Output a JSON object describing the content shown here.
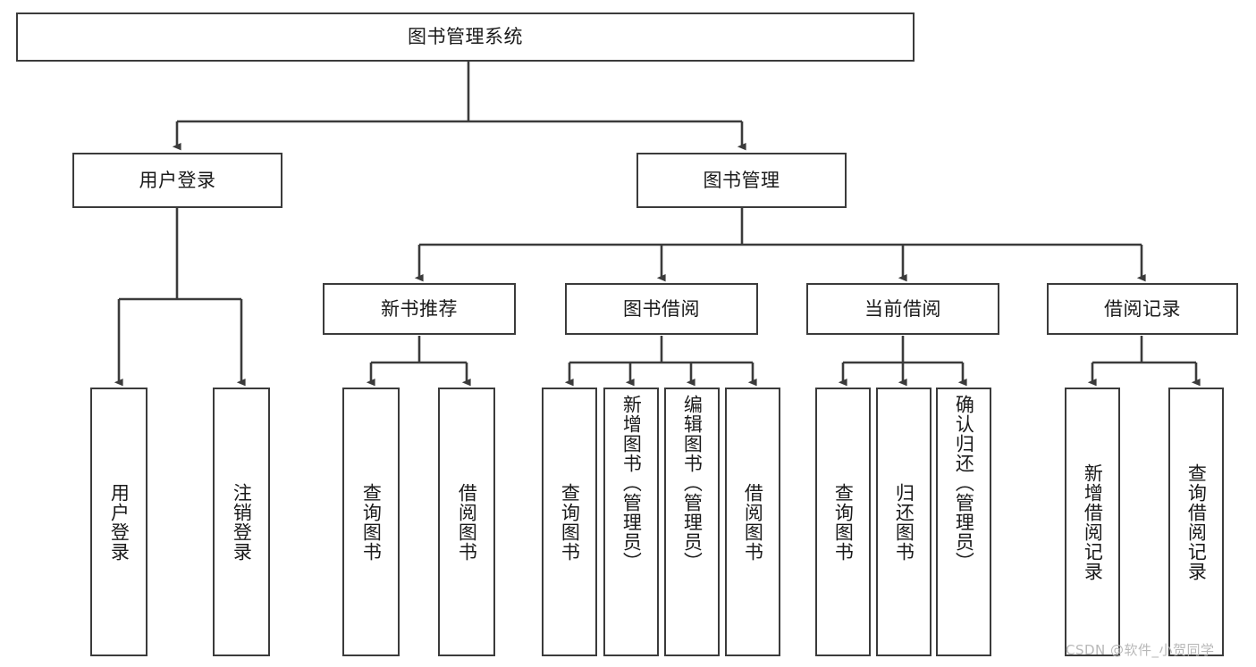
{
  "diagram": {
    "type": "hierarchy-tree",
    "title": "图书管理系统",
    "root": {
      "id": "root",
      "label": "图书管理系统"
    },
    "level2": [
      {
        "id": "user-login",
        "label": "用户登录"
      },
      {
        "id": "book-management",
        "label": "图书管理"
      }
    ],
    "level3": [
      {
        "id": "new-book-recommend",
        "label": "新书推荐"
      },
      {
        "id": "book-borrow",
        "label": "图书借阅"
      },
      {
        "id": "current-borrow",
        "label": "当前借阅"
      },
      {
        "id": "borrow-record",
        "label": "借阅记录"
      }
    ],
    "leaves": {
      "user_login": [
        {
          "id": "leaf-user-login",
          "label": "用户登录"
        },
        {
          "id": "leaf-logout",
          "label": "注销登录"
        }
      ],
      "new_book_recommend": [
        {
          "id": "leaf-query-book-1",
          "label": "查询图书"
        },
        {
          "id": "leaf-borrow-book-1",
          "label": "借阅图书"
        }
      ],
      "book_borrow": [
        {
          "id": "leaf-query-book-2",
          "label": "查询图书"
        },
        {
          "id": "leaf-add-book",
          "label": "新增图书（管理员）"
        },
        {
          "id": "leaf-edit-book",
          "label": "编辑图书（管理员）"
        },
        {
          "id": "leaf-borrow-book-2",
          "label": "借阅图书"
        }
      ],
      "current_borrow": [
        {
          "id": "leaf-query-book-3",
          "label": "查询图书"
        },
        {
          "id": "leaf-return-book",
          "label": "归还图书"
        },
        {
          "id": "leaf-confirm-return",
          "label": "确认归还（管理员）"
        }
      ],
      "borrow_record": [
        {
          "id": "leaf-add-record",
          "label": "新增借阅记录"
        },
        {
          "id": "leaf-query-record",
          "label": "查询借阅记录"
        }
      ]
    }
  },
  "watermark": {
    "text": "CSDN @软件_小贺同学"
  },
  "colors": {
    "stroke": "#3b3b3b",
    "fill": "#ffffff",
    "text": "#1a1a1a",
    "watermark": "#b8b8b8"
  }
}
